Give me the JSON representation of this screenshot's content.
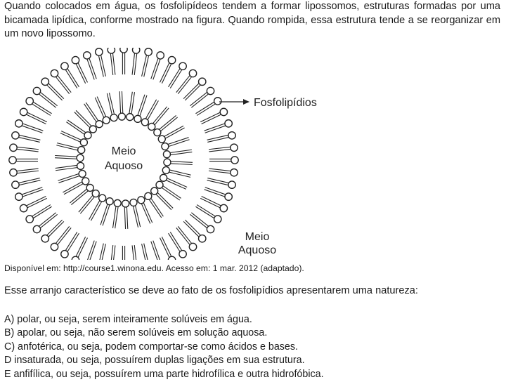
{
  "intro": "Quando colocados em água, os fosfolipídeos tendem a formar lipossomos, estruturas formadas por uma bicamada lipídica, conforme mostrado na figura. Quando rompida, essa estrutura tende a se reorganizar em um novo lipossomo.",
  "figure": {
    "label_fosfolipidios": "Fosfolipídios",
    "inner_line1": "Meio",
    "inner_line2": "Aquoso",
    "outer_line1": "Meio",
    "outer_line2": "Aquoso"
  },
  "source": "Disponível em: http://course1.winona.edu. Acesso em: 1 mar. 2012 (adaptado).",
  "question": "Esse arranjo característico se deve ao fato de os fosfolipídios apresentarem uma natureza:",
  "options": [
    "A) polar, ou seja, serem inteiramente solúveis em água.",
    "B) apolar, ou seja, não serem solúveis em solução aquosa.",
    "C) anfotérica, ou seja, podem comportar-se como ácidos e bases.",
    "D insaturada, ou seja, possuírem duplas ligações em sua estrutura.",
    "E anfifílica, ou seja, possuírem uma parte hidrofílica e outra hidrofóbica."
  ]
}
